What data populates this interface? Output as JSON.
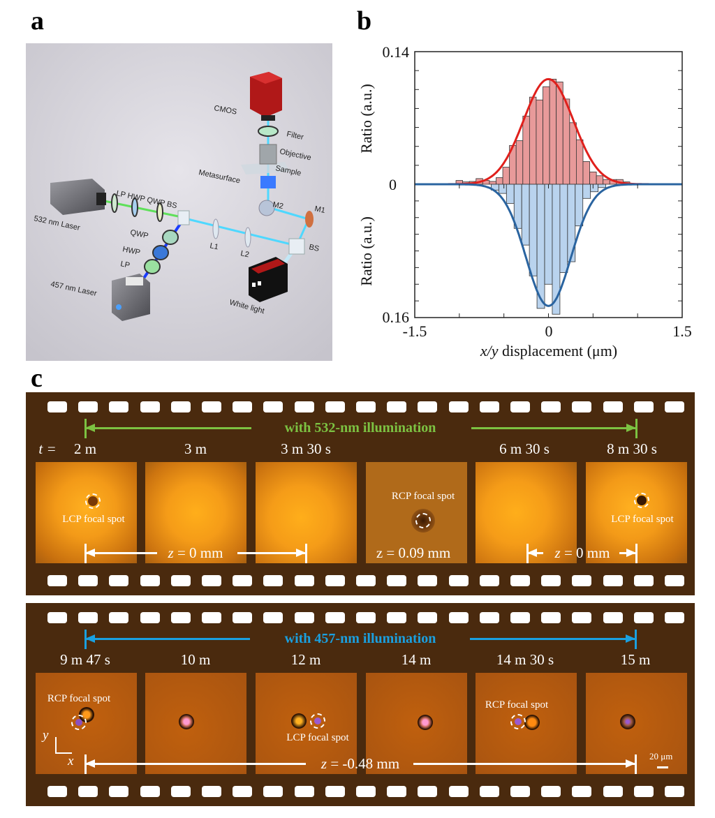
{
  "panel_labels": {
    "a": "a",
    "b": "b",
    "c": "c"
  },
  "panel_a": {
    "labels": {
      "cmos": "CMOS",
      "filter": "Filter",
      "objective": "Objective",
      "sample": "Sample",
      "metasurface": "Metasurface",
      "lp_hwp_qwp_bs": "LP HWP QWP  BS",
      "laser532": "532 nm Laser",
      "qwp": "QWP",
      "hwp": "HWP",
      "lp": "LP",
      "laser457": "457 nm Laser",
      "l1": "L1",
      "l2": "L2",
      "m2": "M2",
      "m1": "M1",
      "bs": "BS",
      "white_light": "White light"
    },
    "colors": {
      "green_beam": "#5fe05a",
      "blue_beam": "#1a3cff",
      "cyan_beam": "#4fd8ff",
      "cmos": "#b01818"
    }
  },
  "chart_data": {
    "type": "bar",
    "title": "",
    "xlabel_italic": "x/y",
    "xlabel_rest": " displacement  (μm)",
    "ylabel_top": "Ratio (a.u.)",
    "ylabel_bottom": "Ratio (a.u.)",
    "xlim": [
      -1.5,
      1.5
    ],
    "ylim_top": [
      0,
      0.14
    ],
    "ylim_bottom": [
      0,
      0.16
    ],
    "x_tick_labels": [
      "-1.5",
      "0",
      "1.5"
    ],
    "y_tick_labels": {
      "top": "0.14",
      "zero": "0",
      "bottom": "0.16"
    },
    "series": [
      {
        "name": "upper histogram",
        "color": "#e89a9a",
        "direction": "up",
        "bin_start": -1.0,
        "bin_width": 0.075,
        "values": [
          0.004,
          0.0025,
          0.003,
          0.006,
          0.004,
          0.003,
          0.007,
          0.018,
          0.041,
          0.046,
          0.072,
          0.092,
          0.089,
          0.103,
          0.111,
          0.108,
          0.09,
          0.065,
          0.047,
          0.024,
          0.013,
          0.009,
          0.005,
          0.005,
          0.005,
          0.0025
        ]
      },
      {
        "name": "lower histogram",
        "color": "#b9d3ee",
        "direction": "down",
        "bin_start": -0.6,
        "bin_width": 0.0857,
        "values": [
          0.007,
          0.011,
          0.023,
          0.053,
          0.073,
          0.11,
          0.149,
          0.12,
          0.156,
          0.106,
          0.093,
          0.05,
          0.017,
          0.009,
          0.004
        ]
      }
    ],
    "fits": [
      {
        "name": "upper gaussian fit",
        "color": "#e0201c",
        "direction": "up",
        "amplitude": 0.111,
        "mean": 0.0,
        "sigma": 0.28
      },
      {
        "name": "lower gaussian fit",
        "color": "#2a64a0",
        "direction": "down",
        "amplitude": 0.146,
        "mean": 0.0,
        "sigma": 0.25
      }
    ]
  },
  "panel_c": {
    "strip1": {
      "illumination": "with 532-nm illumination",
      "illum_color": "#7cc242",
      "t_label": "t =",
      "times": [
        "2 m",
        "3 m",
        "3 m 30 s",
        "6 m 30 s",
        "8 m 30 s"
      ],
      "ann_lcp": "LCP focal spot",
      "ann_rcp": "RCP focal spot",
      "z_main": "= 0 mm",
      "z_var": "z",
      "z_mid": "z = 0.09 mm",
      "z_right": "= 0 mm"
    },
    "strip2": {
      "illumination": "with 457-nm illumination",
      "illum_color": "#1aa0e0",
      "times": [
        "9 m 47 s",
        "10 m",
        "12 m",
        "14 m",
        "14 m 30 s",
        "15 m"
      ],
      "ann_rcp": "RCP focal spot",
      "ann_lcp": "LCP focal spot",
      "ann_rcp2": "RCP focal spot",
      "axis_y": "y",
      "axis_x": "x",
      "z_var": "z",
      "z_value": "= -0.48 mm",
      "scale_bar": "20 μm"
    }
  }
}
